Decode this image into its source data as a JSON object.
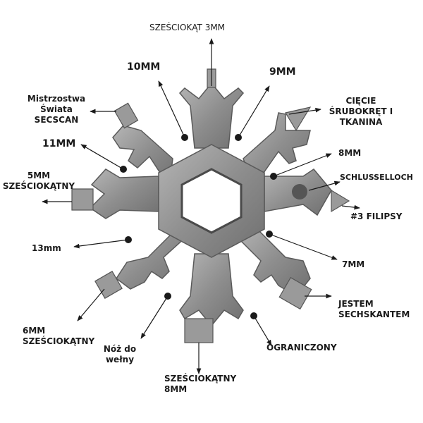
{
  "labels": {
    "hex3": "SZEŚCIOKĄT 3MM",
    "mm10": "10MM",
    "mm9": "9MM",
    "secscan_l1": "Mistrzostwa",
    "secscan_l2": "Świata",
    "secscan_l3": "SECSCAN",
    "ciecie": "CIĘCIE",
    "srub_l1": "ŚRUBOKRĘT I",
    "srub_l2": "TKANINA",
    "mm11": "11MM",
    "mm8": "8MM",
    "hex5_l1": "5MM",
    "hex5_l2": "SZEŚCIOKĄTNY",
    "schluss": "SCHLUSSELLOCH",
    "phil": "#3 FILIPSY",
    "mm13": "13mm",
    "mm7": "7MM",
    "jest_l1": "JESTEM",
    "jest_l2": "SECHSKANTEM",
    "hex6_l1": "6MM",
    "hex6_l2": "SZEŚCIOKĄTNY",
    "noz_l1": "Nóż do",
    "noz_l2": "wełny",
    "ogr": "OGRANICZONY",
    "hex8_l1": "SZEŚCIOKĄTNY",
    "hex8_l2": "8MM"
  },
  "colors": {
    "tool": "#8c8c8c",
    "tool_dark": "#5e5e5e",
    "tool_light": "#b4b4b4",
    "arrow": "#1a1a1a"
  }
}
